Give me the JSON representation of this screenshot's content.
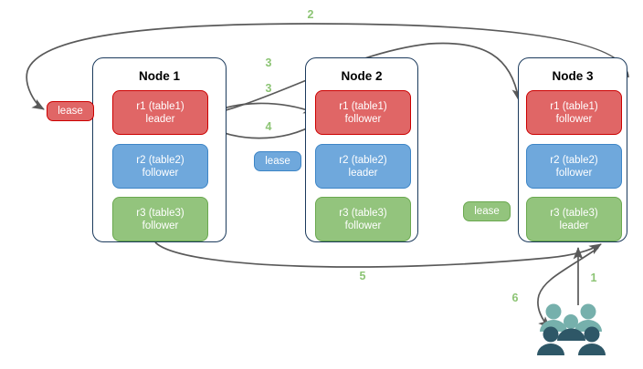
{
  "diagram": {
    "title": "Distributed replica lease / request routing diagram",
    "colors": {
      "red": "#e06666",
      "red_border": "#cc0000",
      "blue": "#6fa8dc",
      "blue_border": "#3d85c6",
      "green": "#93c47d",
      "green_border": "#6aa84f",
      "node_border": "#1b3a5c",
      "arrow": "#595959",
      "step_label": "#8cc474",
      "people_light": "#76b0ac",
      "people_dark": "#2e5767",
      "background": "#ffffff"
    },
    "nodes": [
      {
        "title": "Node 1",
        "replicas": [
          {
            "name": "r1 (table1)",
            "role": "leader",
            "color": "red"
          },
          {
            "name": "r2 (table2)",
            "role": "follower",
            "color": "blue"
          },
          {
            "name": "r3 (table3)",
            "role": "follower",
            "color": "green"
          }
        ]
      },
      {
        "title": "Node 2",
        "replicas": [
          {
            "name": "r1 (table1)",
            "role": "follower",
            "color": "red"
          },
          {
            "name": "r2 (table2)",
            "role": "leader",
            "color": "blue"
          },
          {
            "name": "r3 (table3)",
            "role": "follower",
            "color": "green"
          }
        ]
      },
      {
        "title": "Node 3",
        "replicas": [
          {
            "name": "r1 (table1)",
            "role": "follower",
            "color": "red"
          },
          {
            "name": "r2 (table2)",
            "role": "follower",
            "color": "blue"
          },
          {
            "name": "r3 (table3)",
            "role": "leader",
            "color": "green"
          }
        ]
      }
    ],
    "leases": [
      {
        "label": "lease",
        "color": "red"
      },
      {
        "label": "lease",
        "color": "blue"
      },
      {
        "label": "lease",
        "color": "green"
      }
    ],
    "steps": [
      {
        "label": "1",
        "desc": "client sends request to Node 3"
      },
      {
        "label": "2",
        "desc": "Node 3 routes to table1 lease holder"
      },
      {
        "label": "3",
        "desc": "Node 1 r1 leader fans out to followers"
      },
      {
        "label": "3",
        "desc": "Node 1 r1 leader fans out to Node 2 r1 follower"
      },
      {
        "label": "4",
        "desc": "Node 2 r1 follower acknowledges back to Node 1"
      },
      {
        "label": "5",
        "desc": "Node 1 returns result to Node 3"
      },
      {
        "label": "6",
        "desc": "Node 3 replies to client"
      }
    ],
    "people_icon": "people-group-icon"
  }
}
